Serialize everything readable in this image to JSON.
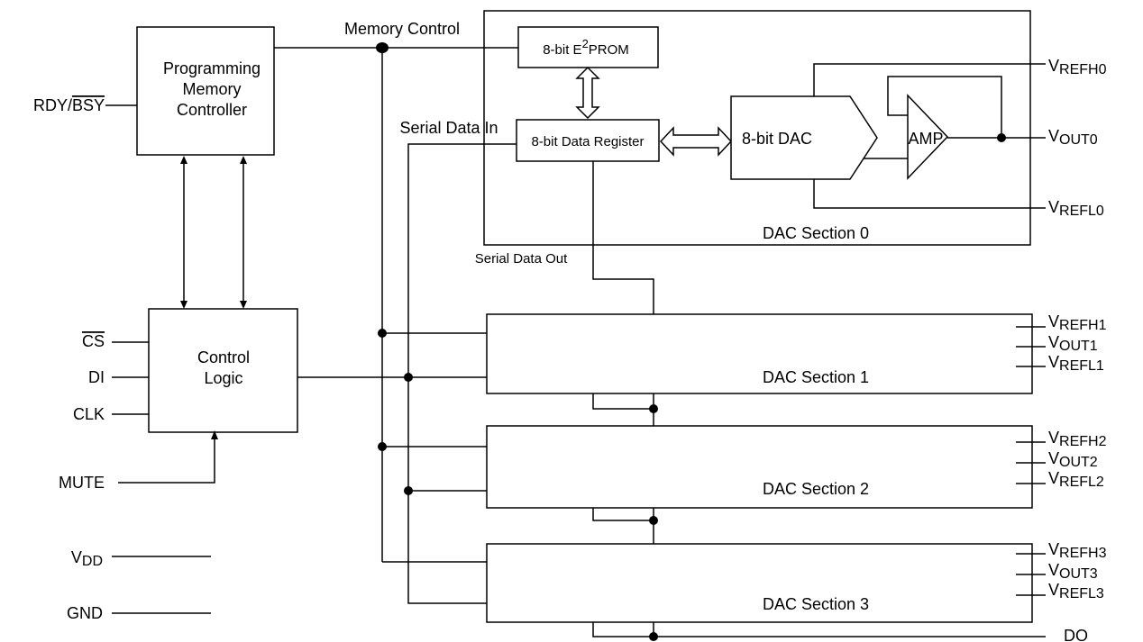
{
  "blocks": {
    "programming_controller": [
      "Programming",
      "Memory",
      "Controller"
    ],
    "control_logic": [
      "Control",
      "Logic"
    ],
    "eeprom": {
      "prefix": "8-bit E",
      "sup": "2",
      "suffix": "PROM"
    },
    "data_register": "8-bit Data Register",
    "dac": "8-bit DAC",
    "amp": "AMP"
  },
  "signals": {
    "memory_control": "Memory Control",
    "serial_data_in": "Serial Data In",
    "serial_data_out": "Serial Data Out"
  },
  "inputs": {
    "rdy": "RDY/",
    "bsy": "BSY",
    "cs": "CS",
    "di": "DI",
    "clk": "CLK",
    "mute": "MUTE",
    "vdd_main": "V",
    "vdd_sub": "DD",
    "gnd": "GND"
  },
  "output_do": "DO",
  "sections": [
    {
      "name": "DAC Section 0",
      "refh": {
        "main": "V",
        "sub": "REFH0"
      },
      "out": {
        "main": "V",
        "sub": "OUT0"
      },
      "refl": {
        "main": "V",
        "sub": "REFL0"
      }
    },
    {
      "name": "DAC Section 1",
      "refh": {
        "main": "V",
        "sub": "REFH1"
      },
      "out": {
        "main": "V",
        "sub": "OUT1"
      },
      "refl": {
        "main": "V",
        "sub": "REFL1"
      }
    },
    {
      "name": "DAC Section 2",
      "refh": {
        "main": "V",
        "sub": "REFH2"
      },
      "out": {
        "main": "V",
        "sub": "OUT2"
      },
      "refl": {
        "main": "V",
        "sub": "REFL2"
      }
    },
    {
      "name": "DAC Section 3",
      "refh": {
        "main": "V",
        "sub": "REFH3"
      },
      "out": {
        "main": "V",
        "sub": "OUT3"
      },
      "refl": {
        "main": "V",
        "sub": "REFL3"
      }
    }
  ]
}
